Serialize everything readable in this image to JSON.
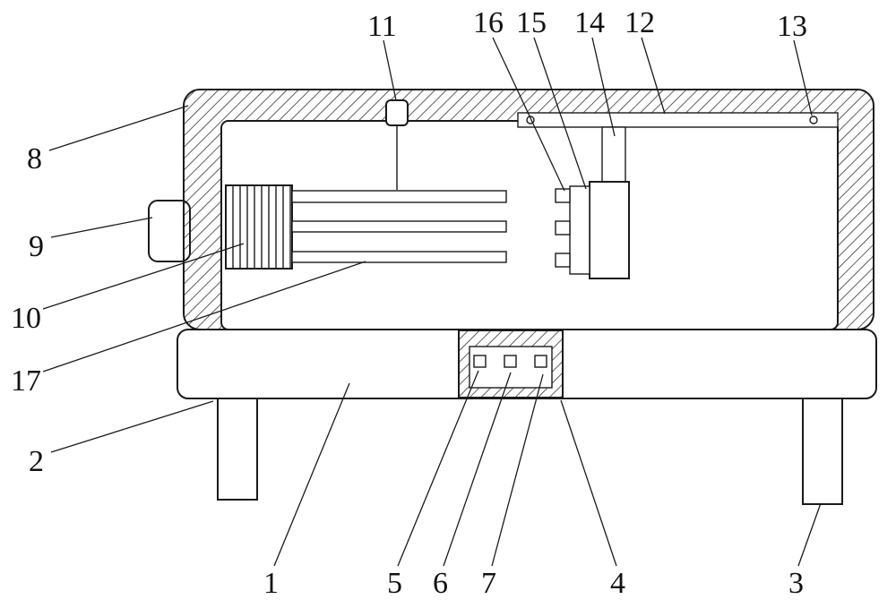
{
  "figure": {
    "kind": "patent-style technical line drawing of a machine housing with base, legs, coil, rods and connector block",
    "labels": {
      "n1": "1",
      "n2": "2",
      "n3": "3",
      "n4": "4",
      "n5": "5",
      "n6": "6",
      "n7": "7",
      "n8": "8",
      "n9": "9",
      "n10": "10",
      "n11": "11",
      "n12": "12",
      "n13": "13",
      "n14": "14",
      "n15": "15",
      "n16": "16",
      "n17": "17"
    },
    "colors": {
      "line": "#1a1a1a",
      "background": "#ffffff"
    }
  }
}
